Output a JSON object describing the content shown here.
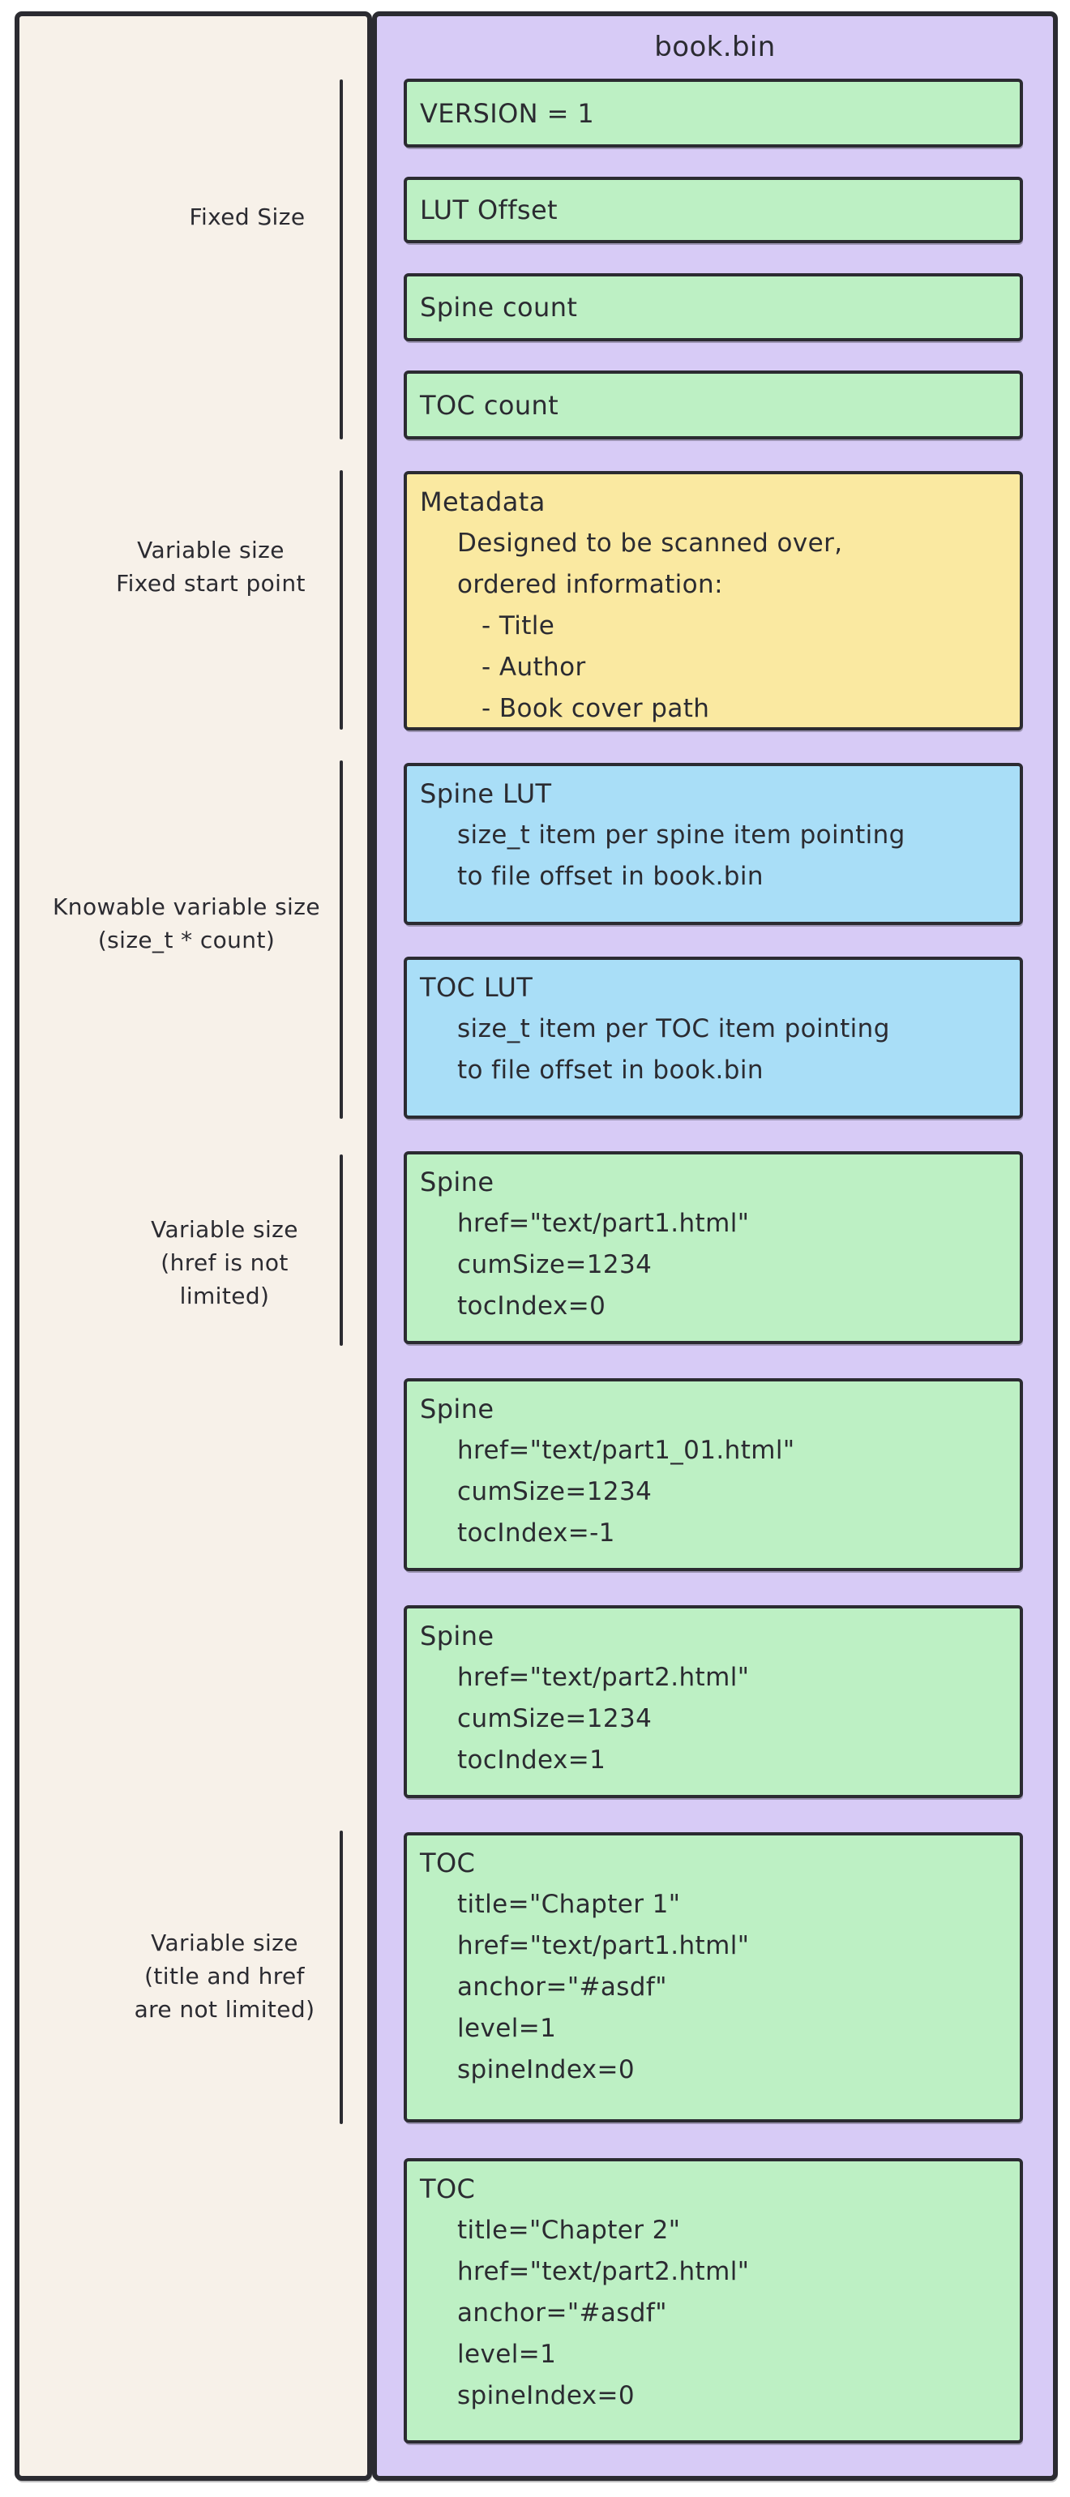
{
  "diagram": {
    "title": "book.bin",
    "colors": {
      "page_bg": "#ffffff",
      "left_panel_bg": "#f7f1e9",
      "container_bg": "#d7cbf6",
      "field_green": "#bdf0c4",
      "field_yellow": "#fae9a1",
      "field_blue": "#a9def7",
      "ink": "#2b2b31"
    },
    "left_labels": [
      {
        "lines": [
          "Fixed Size"
        ]
      },
      {
        "lines": [
          "Variable size",
          "Fixed start point"
        ]
      },
      {
        "lines": [
          "Knowable variable size",
          "(size_t * count)"
        ]
      },
      {
        "lines": [
          "Variable size",
          "(href is not",
          "limited)"
        ]
      },
      {
        "lines": [
          "Variable size",
          "(title and href",
          "are not limited)"
        ]
      }
    ],
    "boxes": [
      {
        "title": "VERSION = 1",
        "color": "green",
        "lines": []
      },
      {
        "title": "LUT Offset",
        "color": "green",
        "lines": []
      },
      {
        "title": "Spine count",
        "color": "green",
        "lines": []
      },
      {
        "title": "TOC count",
        "color": "green",
        "lines": []
      },
      {
        "title": "Metadata",
        "color": "yellow",
        "lines": [
          "Designed to be scanned over,",
          "ordered information:",
          "- Title",
          "- Author",
          "- Book cover path"
        ]
      },
      {
        "title": "Spine LUT",
        "color": "blue",
        "lines": [
          "size_t item per spine item pointing",
          "to file offset in book.bin"
        ]
      },
      {
        "title": "TOC LUT",
        "color": "blue",
        "lines": [
          "size_t item per TOC item pointing",
          "to file offset in book.bin"
        ]
      },
      {
        "title": "Spine",
        "color": "green",
        "lines": [
          "href=\"text/part1.html\"",
          "cumSize=1234",
          "tocIndex=0"
        ]
      },
      {
        "title": "Spine",
        "color": "green",
        "lines": [
          "href=\"text/part1_01.html\"",
          "cumSize=1234",
          "tocIndex=-1"
        ]
      },
      {
        "title": "Spine",
        "color": "green",
        "lines": [
          "href=\"text/part2.html\"",
          "cumSize=1234",
          "tocIndex=1"
        ]
      },
      {
        "title": "TOC",
        "color": "green",
        "lines": [
          "title=\"Chapter 1\"",
          "href=\"text/part1.html\"",
          "anchor=\"#asdf\"",
          "level=1",
          "spineIndex=0"
        ]
      },
      {
        "title": "TOC",
        "color": "green",
        "lines": [
          "title=\"Chapter 2\"",
          "href=\"text/part2.html\"",
          "anchor=\"#asdf\"",
          "level=1",
          "spineIndex=0"
        ]
      }
    ]
  }
}
